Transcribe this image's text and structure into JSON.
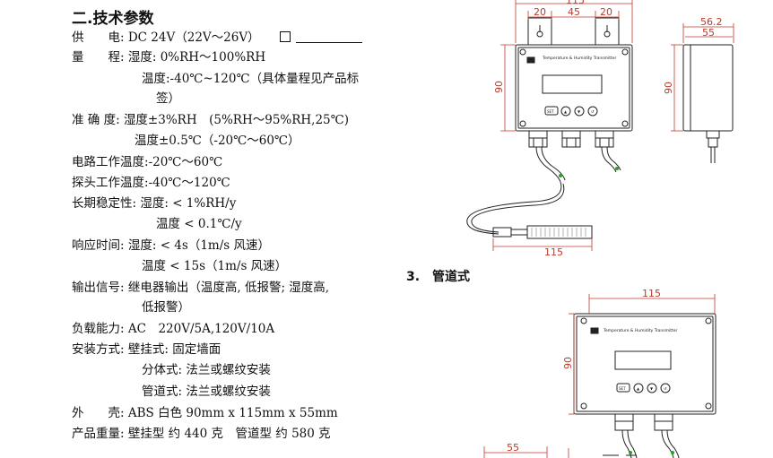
{
  "section_title": "二.技术参数",
  "specs": {
    "power": {
      "label": "供　　电:",
      "value": "DC 24V（22V～26V）"
    },
    "range": {
      "label": "量　　程:",
      "value1": "湿度: 0%RH～100%RH",
      "value2": "温度:-40℃~120℃（具体量程见产品标",
      "value3": "签）"
    },
    "accuracy": {
      "label": "准 确 度:",
      "value1": "湿度±3%RH　(5%RH～95%RH,25℃)",
      "value2": "温度±0.5℃（-20℃～60℃）"
    },
    "circuit_temp": {
      "label": "电路工作温度:",
      "value": "-20℃～60℃"
    },
    "probe_temp": {
      "label": "探头工作温度:",
      "value": "-40℃～120℃"
    },
    "stability": {
      "label": "长期稳定性:",
      "value1": "湿度: < 1%RH/y",
      "value2": "温度 < 0.1℃/y"
    },
    "response": {
      "label": "响应时间:",
      "value1": "湿度: < 4s（1m/s 风速）",
      "value2": "温度 < 15s（1m/s 风速）"
    },
    "output": {
      "label": "输出信号:",
      "value1": "继电器输出（温度高, 低报警; 湿度高,",
      "value2": "低报警）"
    },
    "load": {
      "label": "负载能力:",
      "value": "AC　220V/5A,120V/10A"
    },
    "mounting": {
      "label": "安装方式:",
      "value1": "壁挂式: 固定墙面",
      "value2": "分体式: 法兰或螺纹安装",
      "value3": "管道式: 法兰或螺纹安装"
    },
    "housing": {
      "label": "外　　壳:",
      "value": "ABS 白色 90mm x 115mm x 55mm"
    },
    "weight": {
      "label": "产品重量:",
      "value": "壁挂型 约 440 克　管道型 约 580 克"
    }
  },
  "pipe_section_title": "3.　管道式",
  "drawing": {
    "device_label": "Temperature & Humidity Transmitter",
    "dims": {
      "top_width": "115",
      "bracket_left": "20",
      "bracket_mid": "45",
      "bracket_right": "20",
      "height": "90",
      "probe_length": "115",
      "side_depth_outer": "56.2",
      "side_depth_inner": "55",
      "side_height": "90",
      "pipe_width": "115",
      "pipe_height": "90",
      "pipe_bottom_55": "55"
    },
    "buttons": [
      "SET",
      "▲",
      "▼",
      "↺"
    ]
  }
}
